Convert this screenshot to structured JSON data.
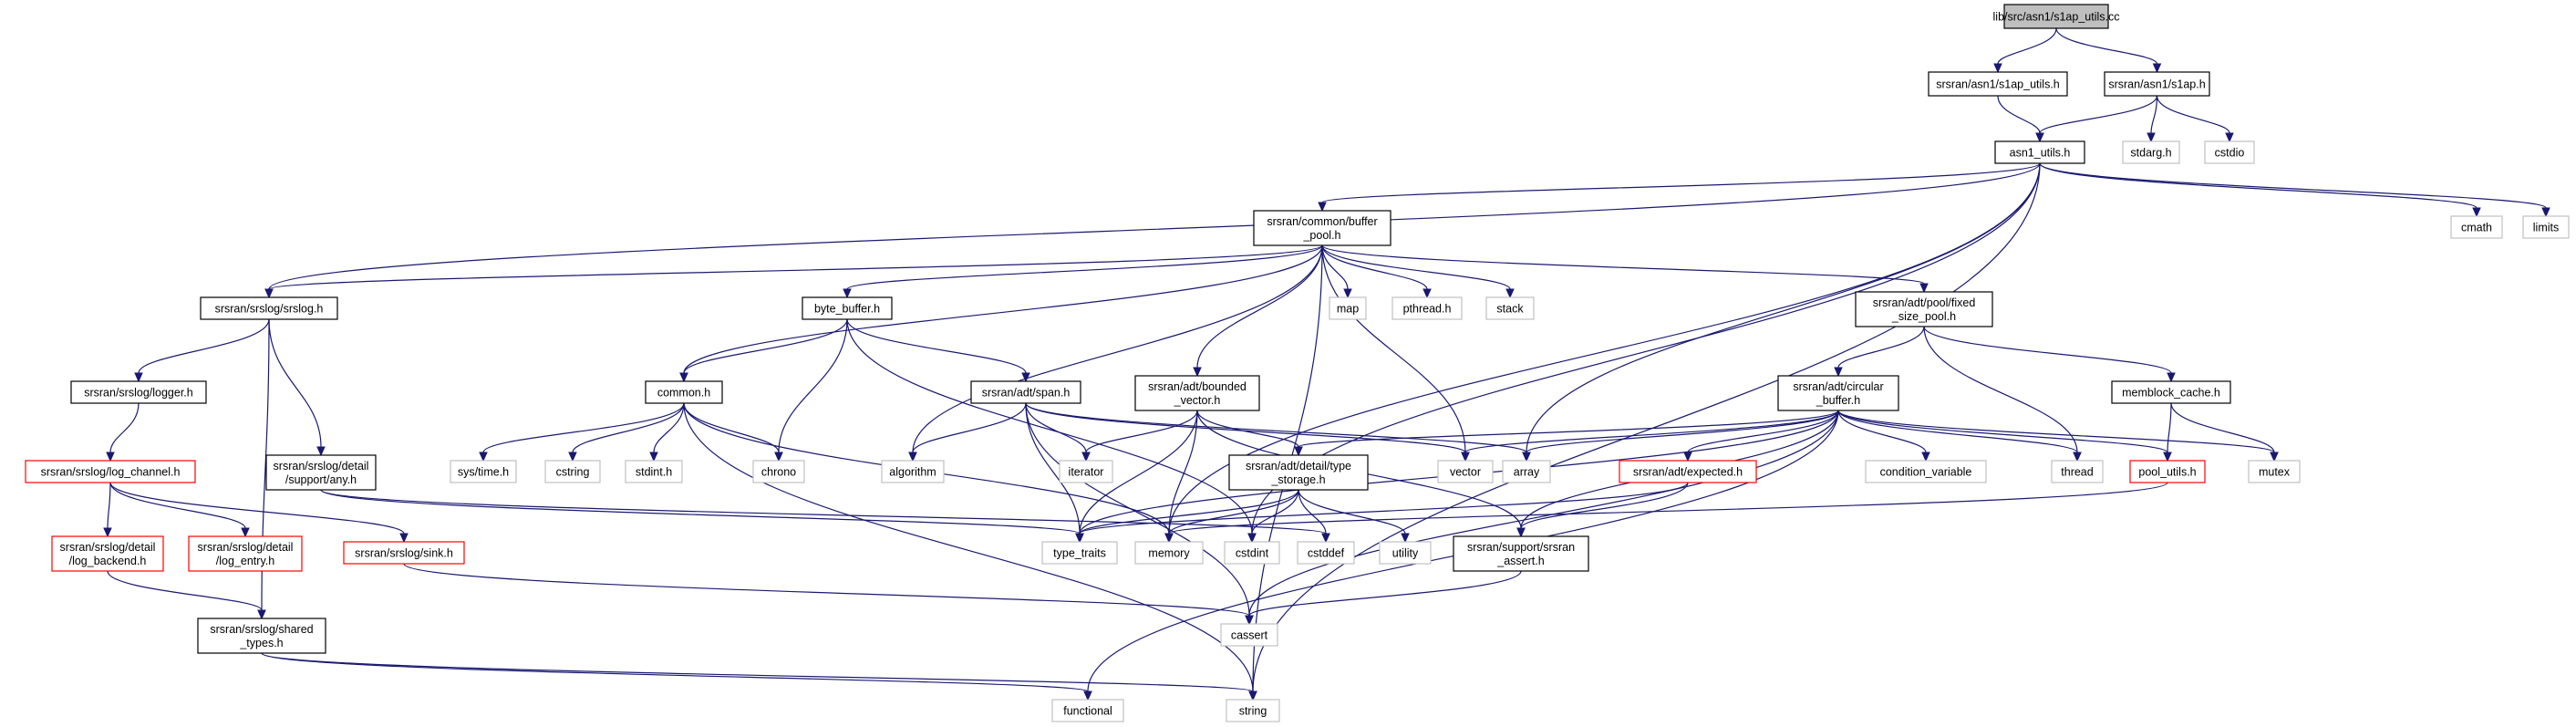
{
  "diagram": {
    "type": "include-dependency-graph",
    "colors": {
      "edge": "#191970",
      "root_fill": "#bfbfbf",
      "documented_border": "#000000",
      "external_border": "#c0c0c0",
      "truncated_border": "#ff0000"
    },
    "nodes": [
      {
        "id": "root",
        "lines": [
          "lib/src/asn1/s1ap_utils.cc"
        ],
        "kind": "root"
      },
      {
        "id": "s1ap_utils_h",
        "lines": [
          "srsran/asn1/s1ap_utils.h"
        ],
        "kind": "documented"
      },
      {
        "id": "s1ap_h",
        "lines": [
          "srsran/asn1/s1ap.h"
        ],
        "kind": "documented"
      },
      {
        "id": "asn1_utils",
        "lines": [
          "asn1_utils.h"
        ],
        "kind": "documented"
      },
      {
        "id": "stdarg",
        "lines": [
          "stdarg.h"
        ],
        "kind": "external"
      },
      {
        "id": "cstdio",
        "lines": [
          "cstdio"
        ],
        "kind": "external"
      },
      {
        "id": "buffer_pool",
        "lines": [
          "srsran/common/buffer",
          "_pool.h"
        ],
        "kind": "documented"
      },
      {
        "id": "cmath",
        "lines": [
          "cmath"
        ],
        "kind": "external"
      },
      {
        "id": "limits",
        "lines": [
          "limits"
        ],
        "kind": "external"
      },
      {
        "id": "srslog",
        "lines": [
          "srsran/srslog/srslog.h"
        ],
        "kind": "documented"
      },
      {
        "id": "byte_buffer",
        "lines": [
          "byte_buffer.h"
        ],
        "kind": "documented"
      },
      {
        "id": "map",
        "lines": [
          "map"
        ],
        "kind": "external"
      },
      {
        "id": "pthread",
        "lines": [
          "pthread.h"
        ],
        "kind": "external"
      },
      {
        "id": "stack",
        "lines": [
          "stack"
        ],
        "kind": "external"
      },
      {
        "id": "fixed_size_pool",
        "lines": [
          "srsran/adt/pool/fixed",
          "_size_pool.h"
        ],
        "kind": "documented"
      },
      {
        "id": "logger",
        "lines": [
          "srsran/srslog/logger.h"
        ],
        "kind": "documented"
      },
      {
        "id": "common_h",
        "lines": [
          "common.h"
        ],
        "kind": "documented"
      },
      {
        "id": "span",
        "lines": [
          "srsran/adt/span.h"
        ],
        "kind": "documented"
      },
      {
        "id": "bounded_vector",
        "lines": [
          "srsran/adt/bounded",
          "_vector.h"
        ],
        "kind": "documented"
      },
      {
        "id": "circular_buffer",
        "lines": [
          "srsran/adt/circular",
          "_buffer.h"
        ],
        "kind": "documented"
      },
      {
        "id": "memblock_cache",
        "lines": [
          "memblock_cache.h"
        ],
        "kind": "documented"
      },
      {
        "id": "log_channel",
        "lines": [
          "srsran/srslog/log_channel.h"
        ],
        "kind": "truncated"
      },
      {
        "id": "any_h",
        "lines": [
          "srsran/srslog/detail",
          "/support/any.h"
        ],
        "kind": "documented"
      },
      {
        "id": "systime",
        "lines": [
          "sys/time.h"
        ],
        "kind": "external"
      },
      {
        "id": "cstring",
        "lines": [
          "cstring"
        ],
        "kind": "external"
      },
      {
        "id": "stdint",
        "lines": [
          "stdint.h"
        ],
        "kind": "external"
      },
      {
        "id": "chrono",
        "lines": [
          "chrono"
        ],
        "kind": "external"
      },
      {
        "id": "algorithm",
        "lines": [
          "algorithm"
        ],
        "kind": "external"
      },
      {
        "id": "iterator",
        "lines": [
          "iterator"
        ],
        "kind": "external"
      },
      {
        "id": "vector",
        "lines": [
          "vector"
        ],
        "kind": "external"
      },
      {
        "id": "array",
        "lines": [
          "array"
        ],
        "kind": "external"
      },
      {
        "id": "type_storage",
        "lines": [
          "srsran/adt/detail/type",
          "_storage.h"
        ],
        "kind": "documented"
      },
      {
        "id": "expected",
        "lines": [
          "srsran/adt/expected.h"
        ],
        "kind": "truncated"
      },
      {
        "id": "condition_variable",
        "lines": [
          "condition_variable"
        ],
        "kind": "external"
      },
      {
        "id": "thread",
        "lines": [
          "thread"
        ],
        "kind": "external"
      },
      {
        "id": "pool_utils",
        "lines": [
          "pool_utils.h"
        ],
        "kind": "truncated"
      },
      {
        "id": "mutex",
        "lines": [
          "mutex"
        ],
        "kind": "external"
      },
      {
        "id": "log_backend",
        "lines": [
          "srsran/srslog/detail",
          "/log_backend.h"
        ],
        "kind": "truncated"
      },
      {
        "id": "log_entry",
        "lines": [
          "srsran/srslog/detail",
          "/log_entry.h"
        ],
        "kind": "truncated"
      },
      {
        "id": "sink",
        "lines": [
          "srsran/srslog/sink.h"
        ],
        "kind": "truncated"
      },
      {
        "id": "type_traits",
        "lines": [
          "type_traits"
        ],
        "kind": "external"
      },
      {
        "id": "memory",
        "lines": [
          "memory"
        ],
        "kind": "external"
      },
      {
        "id": "cstdint",
        "lines": [
          "cstdint"
        ],
        "kind": "external"
      },
      {
        "id": "cstddef",
        "lines": [
          "cstddef"
        ],
        "kind": "external"
      },
      {
        "id": "utility",
        "lines": [
          "utility"
        ],
        "kind": "external"
      },
      {
        "id": "srsran_assert",
        "lines": [
          "srsran/support/srsran",
          "_assert.h"
        ],
        "kind": "documented"
      },
      {
        "id": "shared_types",
        "lines": [
          "srsran/srslog/shared",
          "_types.h"
        ],
        "kind": "documented"
      },
      {
        "id": "cassert",
        "lines": [
          "cassert"
        ],
        "kind": "external"
      },
      {
        "id": "functional",
        "lines": [
          "functional"
        ],
        "kind": "external"
      },
      {
        "id": "string",
        "lines": [
          "string"
        ],
        "kind": "external"
      }
    ],
    "edges": [
      [
        "root",
        "s1ap_utils_h"
      ],
      [
        "root",
        "s1ap_h"
      ],
      [
        "s1ap_utils_h",
        "asn1_utils"
      ],
      [
        "s1ap_h",
        "asn1_utils"
      ],
      [
        "s1ap_h",
        "stdarg"
      ],
      [
        "s1ap_h",
        "cstdio"
      ],
      [
        "asn1_utils",
        "buffer_pool"
      ],
      [
        "asn1_utils",
        "srslog"
      ],
      [
        "asn1_utils",
        "cmath"
      ],
      [
        "asn1_utils",
        "limits"
      ],
      [
        "asn1_utils",
        "array"
      ],
      [
        "asn1_utils",
        "cstdint"
      ],
      [
        "asn1_utils",
        "string"
      ],
      [
        "asn1_utils",
        "memory"
      ],
      [
        "buffer_pool",
        "srslog"
      ],
      [
        "buffer_pool",
        "byte_buffer"
      ],
      [
        "buffer_pool",
        "common_h"
      ],
      [
        "buffer_pool",
        "algorithm"
      ],
      [
        "buffer_pool",
        "bounded_vector"
      ],
      [
        "buffer_pool",
        "map"
      ],
      [
        "buffer_pool",
        "pthread"
      ],
      [
        "buffer_pool",
        "stack"
      ],
      [
        "buffer_pool",
        "vector"
      ],
      [
        "buffer_pool",
        "fixed_size_pool"
      ],
      [
        "buffer_pool",
        "string"
      ],
      [
        "srslog",
        "logger"
      ],
      [
        "srslog",
        "any_h"
      ],
      [
        "srslog",
        "shared_types"
      ],
      [
        "byte_buffer",
        "common_h"
      ],
      [
        "byte_buffer",
        "span"
      ],
      [
        "byte_buffer",
        "chrono"
      ],
      [
        "byte_buffer",
        "cstdint"
      ],
      [
        "fixed_size_pool",
        "circular_buffer"
      ],
      [
        "fixed_size_pool",
        "memblock_cache"
      ],
      [
        "fixed_size_pool",
        "thread"
      ],
      [
        "logger",
        "log_channel"
      ],
      [
        "common_h",
        "systime"
      ],
      [
        "common_h",
        "cstring"
      ],
      [
        "common_h",
        "stdint"
      ],
      [
        "common_h",
        "chrono"
      ],
      [
        "common_h",
        "memory"
      ],
      [
        "common_h",
        "string"
      ],
      [
        "span",
        "algorithm"
      ],
      [
        "span",
        "iterator"
      ],
      [
        "span",
        "array"
      ],
      [
        "span",
        "vector"
      ],
      [
        "span",
        "type_traits"
      ],
      [
        "span",
        "cassert"
      ],
      [
        "bounded_vector",
        "iterator"
      ],
      [
        "bounded_vector",
        "type_storage"
      ],
      [
        "bounded_vector",
        "memory"
      ],
      [
        "bounded_vector",
        "type_traits"
      ],
      [
        "bounded_vector",
        "srsran_assert"
      ],
      [
        "circular_buffer",
        "vector"
      ],
      [
        "circular_buffer",
        "array"
      ],
      [
        "circular_buffer",
        "type_storage"
      ],
      [
        "circular_buffer",
        "expected"
      ],
      [
        "circular_buffer",
        "condition_variable"
      ],
      [
        "circular_buffer",
        "thread"
      ],
      [
        "circular_buffer",
        "pool_utils"
      ],
      [
        "circular_buffer",
        "mutex"
      ],
      [
        "circular_buffer",
        "type_traits"
      ],
      [
        "circular_buffer",
        "srsran_assert"
      ],
      [
        "circular_buffer",
        "cassert"
      ],
      [
        "circular_buffer",
        "functional"
      ],
      [
        "memblock_cache",
        "pool_utils"
      ],
      [
        "memblock_cache",
        "mutex"
      ],
      [
        "log_channel",
        "log_backend"
      ],
      [
        "log_channel",
        "log_entry"
      ],
      [
        "log_channel",
        "sink"
      ],
      [
        "any_h",
        "cstddef"
      ],
      [
        "any_h",
        "type_traits"
      ],
      [
        "type_storage",
        "cstdint"
      ],
      [
        "type_storage",
        "cstddef"
      ],
      [
        "type_storage",
        "utility"
      ],
      [
        "type_storage",
        "type_traits"
      ],
      [
        "type_storage",
        "memory"
      ],
      [
        "expected",
        "type_traits"
      ],
      [
        "expected",
        "srsran_assert"
      ],
      [
        "pool_utils",
        "memory"
      ],
      [
        "log_backend",
        "shared_types"
      ],
      [
        "sink",
        "cassert"
      ],
      [
        "srsran_assert",
        "cassert"
      ],
      [
        "shared_types",
        "functional"
      ],
      [
        "shared_types",
        "string"
      ]
    ]
  }
}
